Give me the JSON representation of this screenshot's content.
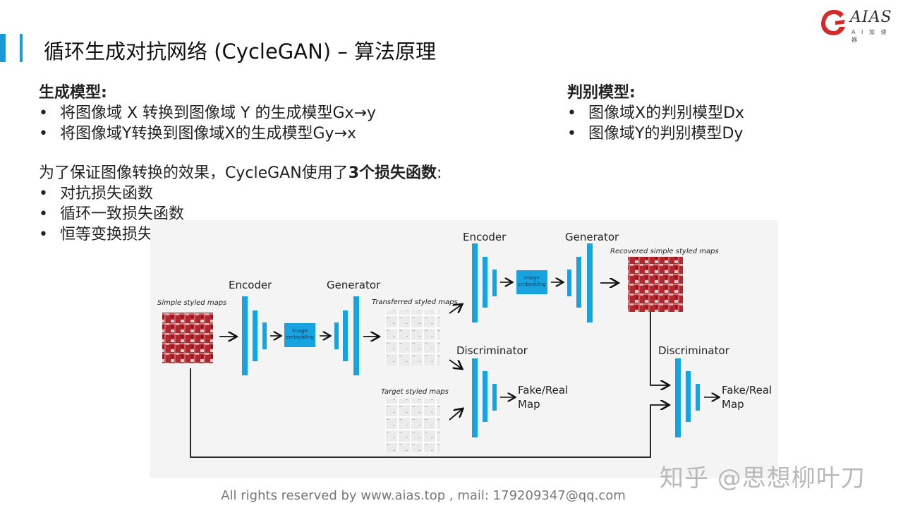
{
  "slide": {
    "title": "循环生成对抗网络 (CycleGAN) – 算法原理"
  },
  "logo": {
    "text": "AIAS",
    "subtext": "A I 加 速 器"
  },
  "generators": {
    "heading": "生成模型:",
    "items": [
      "将图像域 X 转换到图像域 Y 的生成模型Gx→y",
      "将图像域Y转换到图像域X的生成模型Gy→x"
    ]
  },
  "discriminators": {
    "heading": "判别模型:",
    "items": [
      "图像域X的判别模型Dx",
      "图像域Y的判别模型Dy"
    ]
  },
  "losses": {
    "intro_pre": "为了保证图像转换的效果，CycleGAN使用了",
    "intro_bold": "3个损失函数",
    "intro_post": ":",
    "items": [
      "对抗损失函数",
      "循环一致损失函数",
      "恒等变换损失函数"
    ]
  },
  "diagram": {
    "simple_maps": "Simple styled maps",
    "encoder1": "Encoder",
    "generator1": "Generator",
    "image_embedding1": "Image embedding",
    "transferred_maps": "Transferred styled maps",
    "encoder2": "Encoder",
    "generator2": "Generator",
    "image_embedding2": "Image embedding",
    "recovered_maps": "Recovered simple styled maps",
    "discriminator1": "Discriminator",
    "target_maps": "Target styled maps",
    "fake_real1": "Fake/Real Map",
    "discriminator2": "Discriminator",
    "fake_real2": "Fake/Real Map",
    "colors": {
      "layer": "#17a3e0",
      "map_red": "#b3262e",
      "background": "#f4f4f4"
    }
  },
  "footer": {
    "text": "All rights reserved by www.aias.top , mail: 179209347@qq.com"
  },
  "watermark": {
    "text": "知乎 @思想柳叶刀"
  }
}
